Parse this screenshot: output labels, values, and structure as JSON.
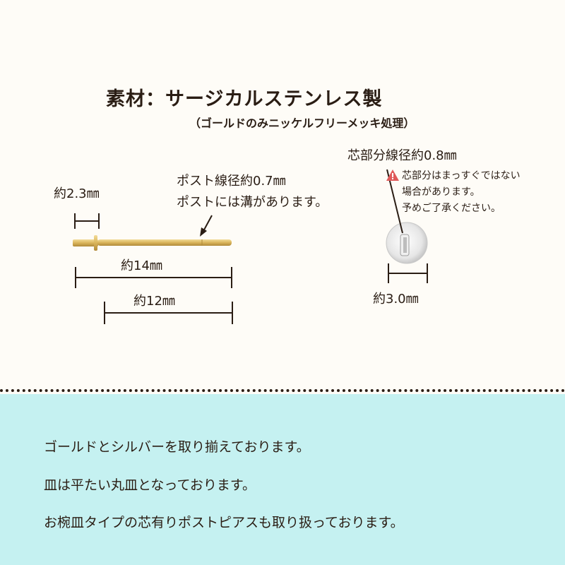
{
  "header": {
    "title": "素材：サージカルステンレス製",
    "subtitle": "（ゴールドのみニッケルフリーメッキ処理）"
  },
  "pin_diagram": {
    "dim_head": "約2.3㎜",
    "dim_total": "約14㎜",
    "dim_post": "約12㎜",
    "post_note_line1": "ポスト線径約0.7㎜",
    "post_note_line2": "ポストには溝があります。"
  },
  "cup_diagram": {
    "core_label": "芯部分線径約0.8㎜",
    "warning_line1": "芯部分はまっすぐではない",
    "warning_line2": "場合があります。",
    "warning_line3": "予めご了承ください。",
    "dim_cup": "約3.0㎜"
  },
  "description": {
    "line1": "ゴールドとシルバーを取り揃えております。",
    "line2": "皿は平たい丸皿となっております。",
    "line3": "お椀皿タイプの芯有りポストピアスも取り扱っております。"
  },
  "colors": {
    "text": "#2a1d14",
    "gold": "#d9b45a",
    "background_top": "#fefcf7",
    "background_bottom": "#c5f1f1",
    "warning": "#e05a5a"
  }
}
